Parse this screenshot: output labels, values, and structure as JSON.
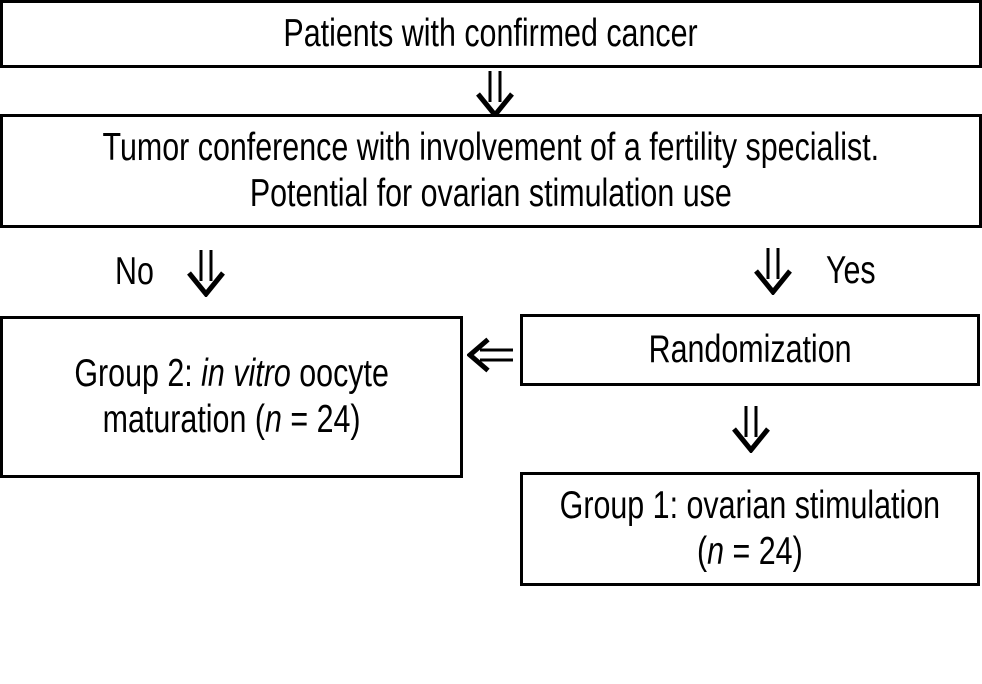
{
  "figure": {
    "background_color": "#ffffff",
    "line_color": "#000000"
  },
  "boxes": {
    "patients": {
      "text": "Patients with confirmed cancer"
    },
    "tumor_conference": {
      "line1": "Tumor conference with involvement of a fertility specialist.",
      "line2": "Potential for ovarian stimulation use"
    },
    "group2": {
      "line1_seg1": "Group 2: ",
      "line1_seg2_italic": "in vitro",
      "line1_seg3": " oocyte",
      "line2_seg1": "maturation (",
      "line2_seg2_italic": "n",
      "line2_seg3": " = 24)"
    },
    "randomization": {
      "text": "Randomization"
    },
    "group1": {
      "line1": "Group 1: ovarian stimulation",
      "line2_seg1": "(",
      "line2_seg2_italic": "n",
      "line2_seg3": " = 24)"
    }
  },
  "labels": {
    "no": "No",
    "yes": "Yes"
  },
  "icons": {
    "down_arrow_glyph": "⇓",
    "left_arrow_glyph": "⇐"
  }
}
